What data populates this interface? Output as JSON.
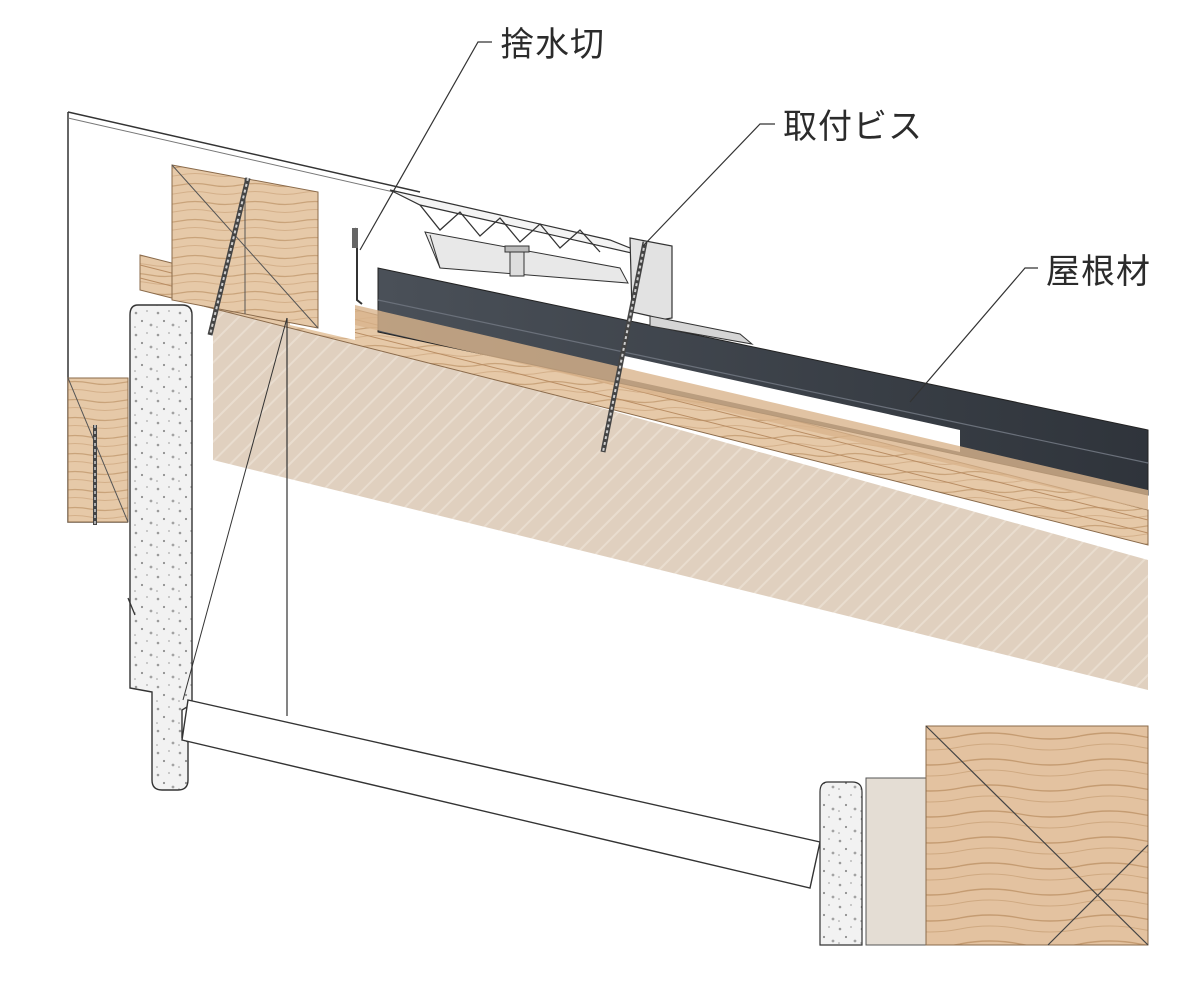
{
  "labels": {
    "drip_edge": "捨水切",
    "mounting_screw": "取付ビス",
    "roofing_material": "屋根材"
  },
  "colors": {
    "wood_light": "#e6c9a8",
    "wood_dark": "#d2ab83",
    "wood_grain": "#b98d63",
    "roofing_dark": "#3b4048",
    "roofing_mid": "#4a5058",
    "board_fill": "#eeeeee",
    "board_speckle": "#9a9a9a",
    "shade_fill": "#dccbb8",
    "line": "#333333",
    "text": "#2b2b2b"
  }
}
